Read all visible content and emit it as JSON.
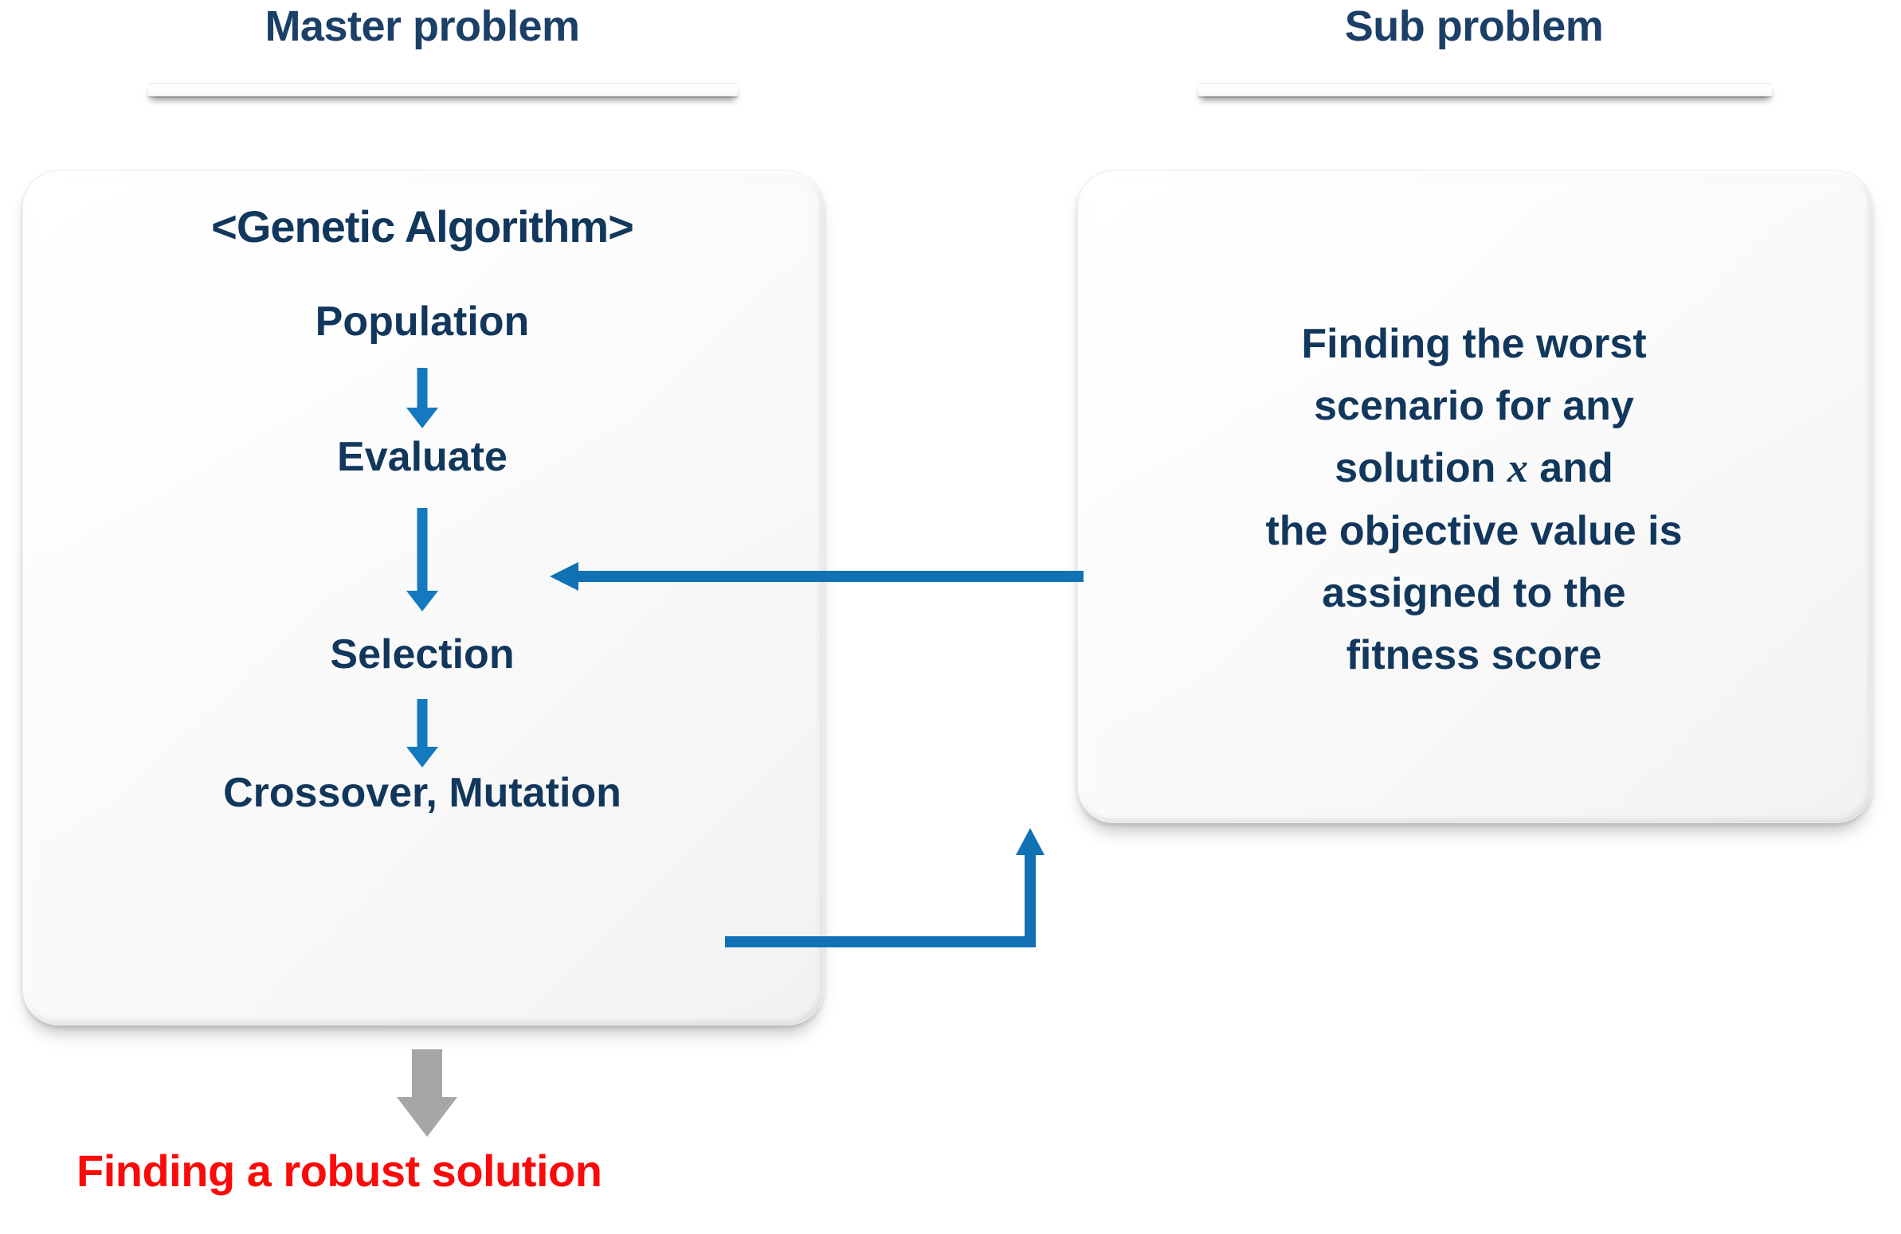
{
  "colors": {
    "heading_navy": "#1B3F67",
    "body_navy": "#12375C",
    "arrow_blue": "#1479BE",
    "connector_blue": "#1071B5",
    "outcome_gray": "#A6A6A6",
    "conclusion_red": "#FB0A0A",
    "panel_face": "#F7F7F7",
    "background": "#FFFFFF"
  },
  "headers": {
    "master": "Master problem",
    "sub": "Sub problem"
  },
  "master_panel": {
    "title": "<Genetic Algorithm>",
    "steps": [
      {
        "label": "Population"
      },
      {
        "label": "Evaluate"
      },
      {
        "label": "Selection"
      },
      {
        "label": "Crossover, Mutation"
      }
    ]
  },
  "sub_panel": {
    "lines": [
      "Finding the worst",
      "scenario for any",
      "solution x and",
      "the objective value is",
      "assigned to the",
      "fitness score"
    ],
    "line_parts": {
      "solution_prefix": "solution ",
      "solution_variable": "x",
      "solution_suffix": " and"
    }
  },
  "connectors": [
    {
      "name": "sub-to-evaluate",
      "from": "Sub problem",
      "to": "Evaluate",
      "direction": "left",
      "color": "#1071B5"
    },
    {
      "name": "crossover-to-sub",
      "from": "Crossover, Mutation",
      "to": "Sub problem",
      "direction": "right-then-up",
      "color": "#1071B5"
    }
  ],
  "outcome": {
    "arrow_direction": "down",
    "arrow_color": "#A6A6A6",
    "label": "Finding a robust solution"
  }
}
